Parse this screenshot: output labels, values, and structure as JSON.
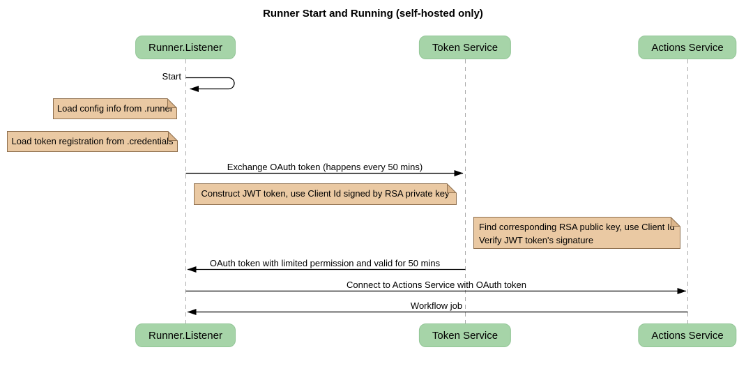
{
  "title": "Runner Start and Running (self-hosted only)",
  "participants": [
    {
      "label": "Runner.Listener"
    },
    {
      "label": "Token Service"
    },
    {
      "label": "Actions Service"
    }
  ],
  "messages": {
    "start": {
      "label": "Start",
      "from": "Runner.Listener",
      "to": "Runner.Listener",
      "kind": "self"
    },
    "exchange_token": {
      "label": "Exchange OAuth token (happens every 50 mins)",
      "from": "Runner.Listener",
      "to": "Token Service"
    },
    "oauth_return": {
      "label": "OAuth token with limited permission and valid for 50 mins",
      "from": "Token Service",
      "to": "Runner.Listener"
    },
    "connect": {
      "label": "Connect to Actions Service with OAuth token",
      "from": "Runner.Listener",
      "to": "Actions Service"
    },
    "workflow_job": {
      "label": "Workflow job",
      "from": "Actions Service",
      "to": "Runner.Listener"
    }
  },
  "notes": {
    "load_config": {
      "text": "Load config info from .runner"
    },
    "load_credentials": {
      "text": "Load token registration from .credentials"
    },
    "construct_jwt": {
      "text": "Construct JWT token, use Client Id signed by RSA private key"
    },
    "verify_jwt": {
      "line1": "Find corresponding RSA public key, use Client Id",
      "line2": "Verify JWT token's signature"
    }
  },
  "colors": {
    "participant_fill": "#a6d4a8",
    "participant_border": "#93c697",
    "note_fill": "#eac9a3",
    "note_border": "#8e6f4e",
    "note_fold": "#dcb68c",
    "lifeline": "#aaaaaa",
    "line": "#000000",
    "text": "#000000",
    "background": "#ffffff"
  }
}
